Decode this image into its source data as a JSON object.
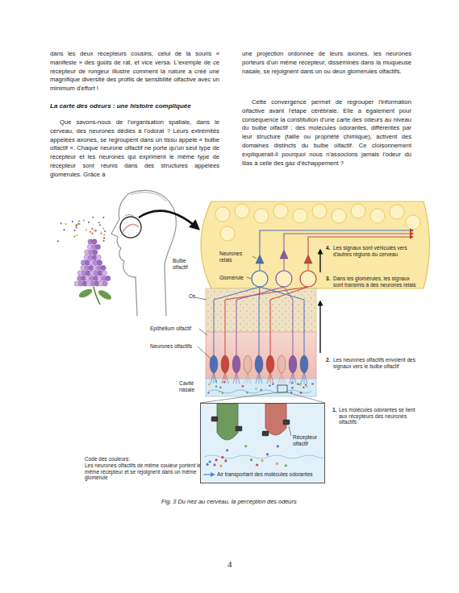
{
  "diagram": {
    "caption": "Fig. 3 Du nez au cerveau, la perception des odeurs",
    "nodes": [
      {
        "text": [
          "Récepteur olfactif",
          "Air transportant des molécules odorantes"
        ]
      }
    ],
    "labels": [
      "dans les deux récepteurs cousins, celui de la souris « manifeste » des goûts de rat, et vice versa. L'exemple de ce récepteur de rongeur illustre comment la nature a créé une magnifique diversité des profils de sensibilité olfactive avec un minimum d'effort !",
      "La carte des odeurs : une histoire compliquée",
      "Que savons-nous de l'organisation spatiale, dans le cerveau, des neurones dédiés à l'odorat ? Leurs extrémités appelées axones, se regroupent dans un tissu appelé « bulbe olfactif ». Chaque neurone olfactif ne porte qu'un seul type de récepteur et les neurones qui expriment le même type de récepteur sont réunis dans des structures appelées glomérules. Grâce à",
      "une projection ordonnée de leurs axones, les neurones porteurs d'un même récepteur, disséminés dans la muqueuse nasale, se rejoignent dans un ou deux glomérules olfactifs.",
      "Cette convergence permet de regrouper l'information olfactive avant l'étape cérébrale. Elle a également pour conséquence la constitution d'une carte des odeurs au niveau du bulbe olfactif : des molécules odorantes, différentes par leur structure (taille ou propriété chimique), activent des domaines distincts du bulbe olfactif. Ce cloisonnement expliquerait-il pourquoi nous n'associons jamais l'odeur du lilas à celle des gaz d'échappement ?",
      "Bulbe olfactif",
      "Neurones relais",
      "Glomérule",
      "Os",
      "Epithélium olfactif",
      "Neurones olfactifs",
      "Cavité nasale",
      "4.",
      "Les signaux sont véhiculés vers d'autres régions du cerveau",
      "3.",
      "Dans les glomérules, les signaux sont transmis à des neurones relais",
      "2.",
      "Les neurones olfactifs envoient des signaux vers le bulbe olfactif",
      "1.",
      "Les molécules odorantes se lient aux récepteurs des neurones olfactifs",
      "Code des couleurs:",
      "Les neurones olfactifs de même couleur portent le même récepteur et se rejoignent dans un même glomérule",
      "4"
    ]
  }
}
